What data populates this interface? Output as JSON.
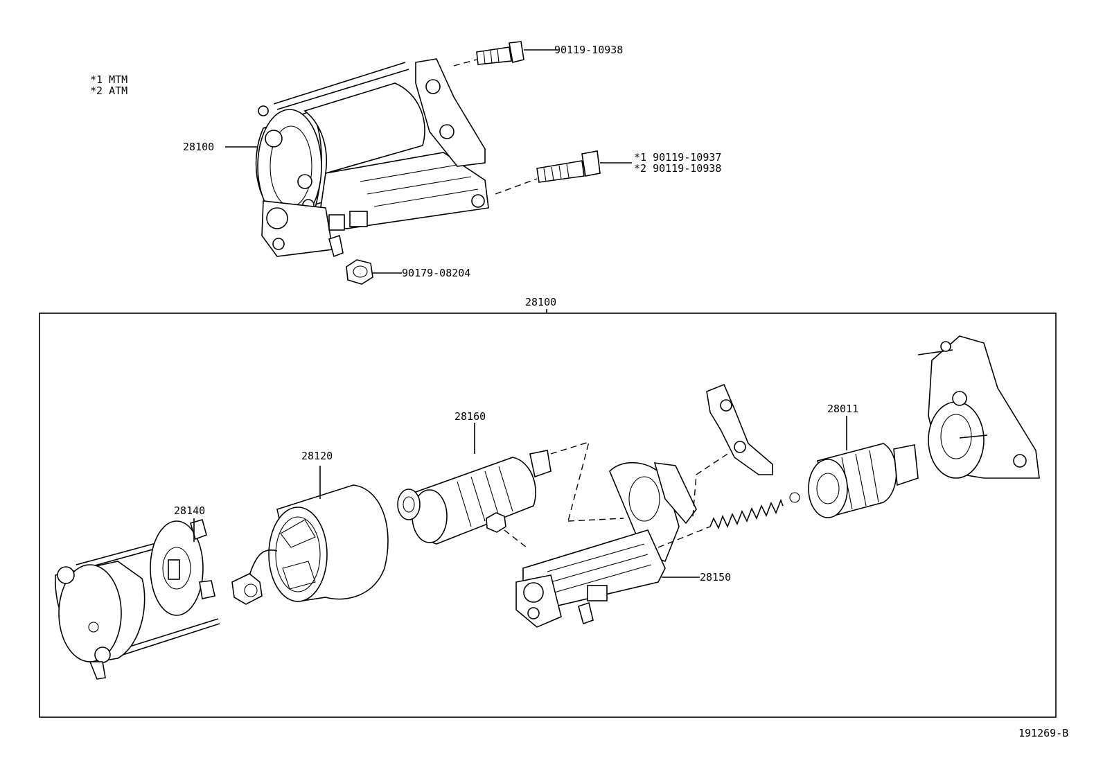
{
  "legend": {
    "note1": "*1 MTM",
    "note2": "*2 ATM"
  },
  "callouts": {
    "bolt_top": "90119-10938",
    "starter_assy": "28100",
    "bolt_lower_mtm": "*1 90119-10937",
    "bolt_lower_atm": "*2 90119-10938",
    "nut": "90179-08204",
    "exploded_group": "28100",
    "armature": "28160",
    "yoke": "28120",
    "brush_holder": "28140",
    "clutch": "28011",
    "housing": "28150"
  },
  "figure_id": "191269-B"
}
